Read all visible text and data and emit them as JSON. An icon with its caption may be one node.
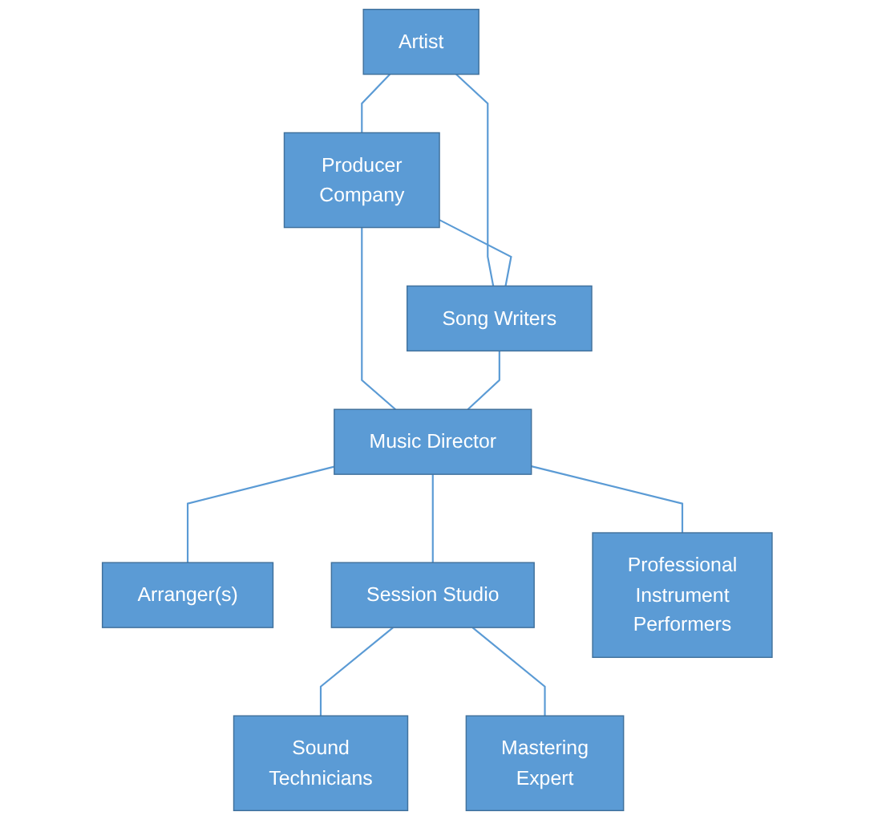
{
  "diagram": {
    "nodes": [
      {
        "text": [
          "Artist"
        ]
      },
      {
        "text": [
          "Producer Company"
        ]
      },
      {
        "text": [
          "Song Writers"
        ]
      },
      {
        "text": [
          "Music Director"
        ]
      },
      {
        "text": [
          "Arranger(s)"
        ]
      },
      {
        "text": [
          "Session Studio"
        ]
      },
      {
        "text": [
          "Professional Instrument Performers"
        ]
      },
      {
        "text": [
          "Sound Technicians"
        ]
      },
      {
        "text": [
          "Mastering Expert"
        ]
      }
    ],
    "edges": [
      {
        "from": 0,
        "to": 1,
        "arrow": "none"
      },
      {
        "from": 0,
        "to": 2,
        "arrow": "none"
      },
      {
        "from": 1,
        "to": 2,
        "arrow": "none"
      },
      {
        "from": 1,
        "to": 3,
        "arrow": "none"
      },
      {
        "from": 2,
        "to": 3,
        "arrow": "none"
      },
      {
        "from": 3,
        "to": 4,
        "arrow": "none"
      },
      {
        "from": 3,
        "to": 5,
        "arrow": "none"
      },
      {
        "from": 3,
        "to": 6,
        "arrow": "none"
      },
      {
        "from": 5,
        "to": 7,
        "arrow": "none"
      },
      {
        "from": 5,
        "to": 8,
        "arrow": "none"
      }
    ]
  }
}
